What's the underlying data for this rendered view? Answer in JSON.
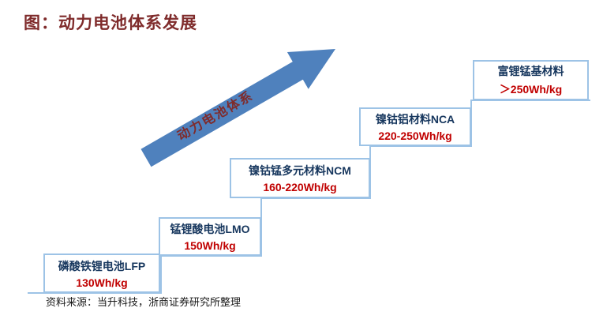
{
  "title": "图：动力电池体系发展",
  "arrow": {
    "label": "动力电池体系"
  },
  "steps": [
    {
      "name": "磷酸铁锂电池LFP",
      "value": "130Wh/kg"
    },
    {
      "name": "锰锂酸电池LMO",
      "value": "150Wh/kg"
    },
    {
      "name": "镍钴锰多元材料NCM",
      "value": "160-220Wh/kg"
    },
    {
      "name": "镍钴铝材料NCA",
      "value": "220-250Wh/kg"
    },
    {
      "name": "富锂锰基材料",
      "value": "＞250Wh/kg"
    }
  ],
  "source": "资料来源：当升科技，浙商证券研究所整理",
  "colors": {
    "arrow_fill": "#4F81BD",
    "step_line": "#9DC3E6",
    "box_border": "#9DC3E6",
    "name_text": "#17375E",
    "value_text": "#C00000",
    "title_text": "#7F2B2B"
  }
}
